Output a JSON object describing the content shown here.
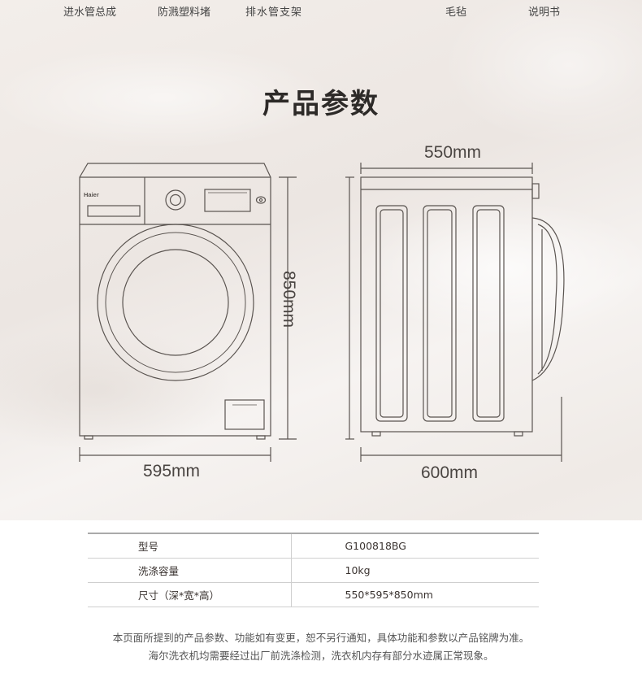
{
  "accessories": [
    "进水管总成",
    "防溅塑料堵",
    "排水管支架",
    "毛毡",
    "说明书"
  ],
  "title": "产品参数",
  "dimensions": {
    "front_width": "595mm",
    "height": "850mm",
    "side_top": "550mm",
    "side_bottom": "600mm"
  },
  "brand": "Haier",
  "specs": [
    {
      "key": "型号",
      "value": "G100818BG"
    },
    {
      "key": "洗涤容量",
      "value": "10kg"
    },
    {
      "key": "尺寸（深*宽*高）",
      "value": "550*595*850mm"
    }
  ],
  "notes": [
    "本页面所提到的产品参数、功能如有变更，恕不另行通知，具体功能和参数以产品铭牌为准。",
    "海尔洗衣机均需要经过出厂前洗涤检测，洗衣机内存有部分水迹属正常现象。"
  ],
  "colors": {
    "line": "#5a5450",
    "text": "#3a3330"
  }
}
